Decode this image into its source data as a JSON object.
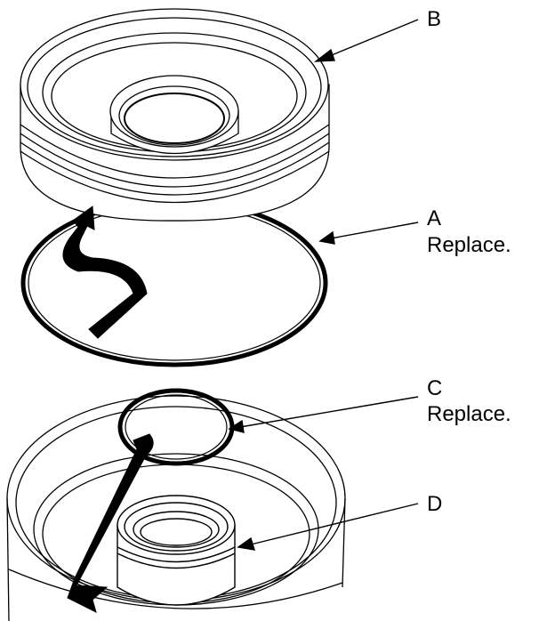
{
  "callouts": {
    "a": {
      "letter": "A",
      "note": "Replace."
    },
    "b": {
      "letter": "B"
    },
    "c": {
      "letter": "C",
      "note": "Replace."
    },
    "d": {
      "letter": "D"
    }
  },
  "colors": {
    "line": "#000000",
    "background": "#ffffff"
  }
}
